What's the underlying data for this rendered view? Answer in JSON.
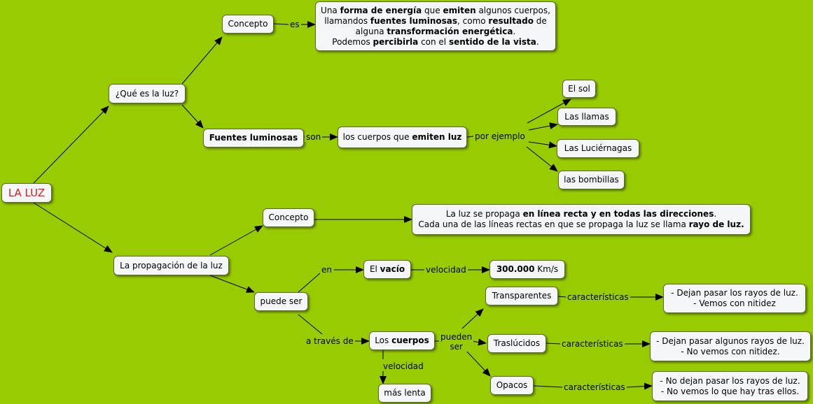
{
  "nodes": {
    "la_luz": "LA LUZ",
    "que_es": "¿Qué es la luz?",
    "concepto1": "Concepto",
    "def_luz": [
      [
        {
          "t": "Una "
        },
        {
          "t": "forma de energía",
          "b": true
        },
        {
          "t": " que "
        },
        {
          "t": "emiten",
          "b": true
        },
        {
          "t": " algunos cuerpos,"
        }
      ],
      [
        {
          "t": "llamandos "
        },
        {
          "t": "fuentes luminosas",
          "b": true
        },
        {
          "t": ", como "
        },
        {
          "t": "resultado",
          "b": true
        },
        {
          "t": " de"
        }
      ],
      [
        {
          "t": "alguna "
        },
        {
          "t": "transformación energética",
          "b": true
        },
        {
          "t": "."
        }
      ],
      [
        {
          "t": "Podemos "
        },
        {
          "t": "percibirla",
          "b": true
        },
        {
          "t": " con el "
        },
        {
          "t": "sentido de la vista",
          "b": true
        },
        {
          "t": "."
        }
      ]
    ],
    "fuentes": "Fuentes luminosas",
    "cuerpos_emiten": [
      [
        {
          "t": "los cuerpos que "
        },
        {
          "t": "emiten luz",
          "b": true
        }
      ]
    ],
    "el_sol": "El sol",
    "las_llamas": "Las llamas",
    "luciernagas": "Las Luciérnagas",
    "bombillas": "las bombillas",
    "propagacion": "La propagación de la luz",
    "concepto2": "Concepto",
    "def_propagacion": [
      [
        {
          "t": "La luz se propaga "
        },
        {
          "t": "en línea recta y en todas las direcciones",
          "b": true
        },
        {
          "t": "."
        }
      ],
      [
        {
          "t": "Cada una de las líneas rectas en que se propaga la luz se llama "
        },
        {
          "t": "rayo de luz.",
          "b": true
        }
      ]
    ],
    "puede_ser": "puede ser",
    "el_vacio": [
      [
        {
          "t": "El "
        },
        {
          "t": "vacío",
          "b": true
        }
      ]
    ],
    "velocidad_luz": [
      [
        {
          "t": "300.000",
          "b": true
        },
        {
          "t": " Km/s"
        }
      ]
    ],
    "los_cuerpos": [
      [
        {
          "t": "Los "
        },
        {
          "t": "cuerpos",
          "b": true
        }
      ]
    ],
    "mas_lenta": "más lenta",
    "transparentes": "Transparentes",
    "traslucidos": "Traslúcidos",
    "opacos": "Opacos",
    "desc_transparentes": [
      [
        {
          "t": "- Dejan pasar los rayos de luz."
        }
      ],
      [
        {
          "t": "- Vemos con nitidez"
        }
      ]
    ],
    "desc_traslucidos": [
      [
        {
          "t": "- Dejan pasar algunos rayos de luz."
        }
      ],
      [
        {
          "t": "- No vemos con nitidez."
        }
      ]
    ],
    "desc_opacos": [
      [
        {
          "t": "- No dejan pasar los rayos de luz."
        }
      ],
      [
        {
          "t": "- No vemos lo que hay tras ellos."
        }
      ]
    ]
  },
  "labels": {
    "es": "es",
    "son": "son",
    "por_ejemplo": "por ejemplo",
    "en": "en",
    "velocidad1": "velocidad",
    "a_traves_de": "a través de",
    "velocidad2": "velocidad",
    "pueden_ser": [
      "pueden",
      "ser"
    ],
    "caracteristicas1": "características",
    "caracteristicas2": "características",
    "caracteristicas3": "características"
  },
  "colors": {
    "background": "#99cc00",
    "root_text": "#d42020",
    "node_fill": "#f4f6f8"
  }
}
